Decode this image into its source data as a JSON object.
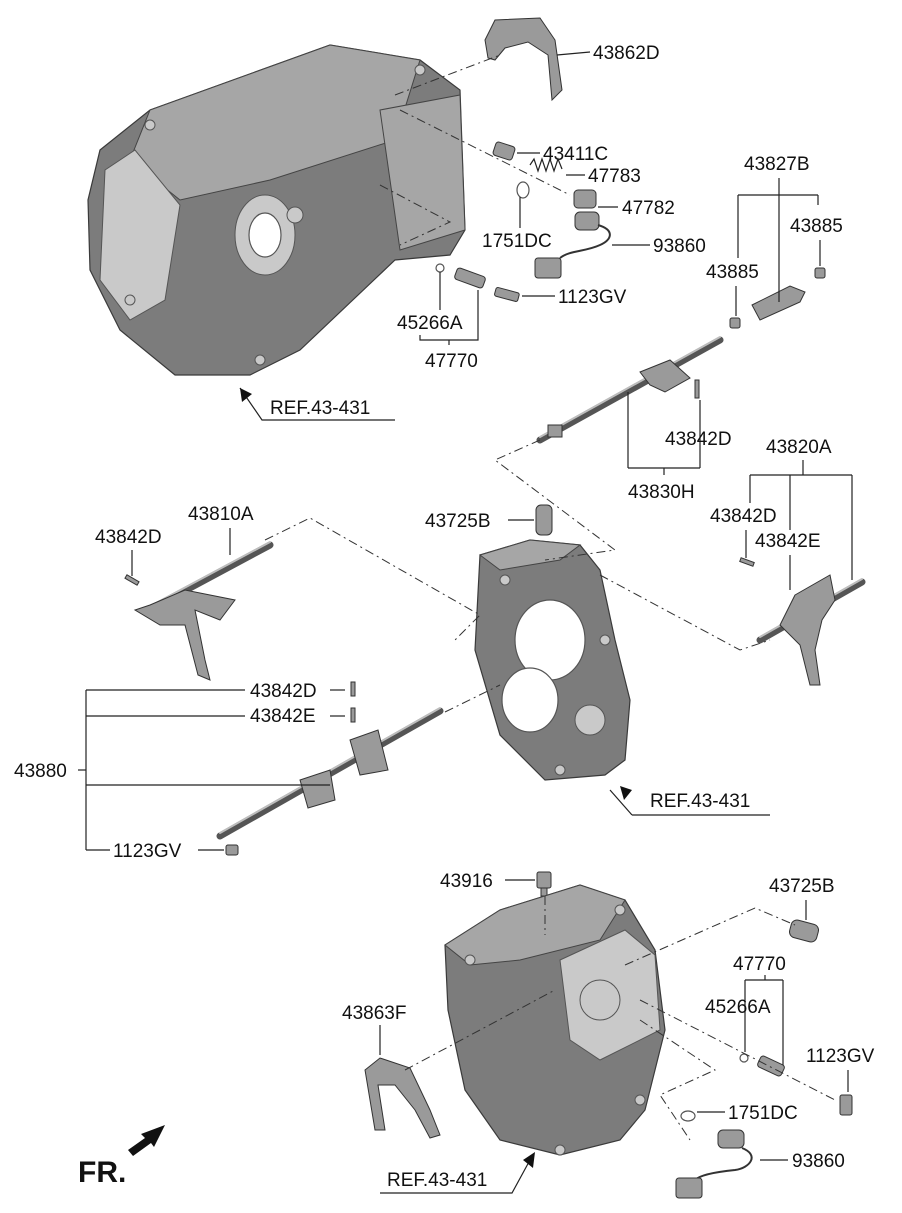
{
  "labels": {
    "l43862D": "43862D",
    "l43411C": "43411C",
    "l47783": "47783",
    "l47782": "47782",
    "l1751DC_top": "1751DC",
    "l93860_top": "93860",
    "l1123GV_top": "1123GV",
    "l45266A_top": "45266A",
    "l47770_top": "47770",
    "ref_top": "REF.43-431",
    "l43827B": "43827B",
    "l43885_a": "43885",
    "l43885_b": "43885",
    "l43842D_mid": "43842D",
    "l43830H": "43830H",
    "l43820A": "43820A",
    "l43842D_right": "43842D",
    "l43842E_right": "43842E",
    "l43725B_mid": "43725B",
    "l43810A": "43810A",
    "l43842D_left": "43842D",
    "l43842D_lower": "43842D",
    "l43842E_lower": "43842E",
    "l43880": "43880",
    "l1123GV_left": "1123GV",
    "ref_mid": "REF.43-431",
    "l43916": "43916",
    "l43725B_bot": "43725B",
    "l47770_bot": "47770",
    "l45266A_bot": "45266A",
    "l43863F": "43863F",
    "l1123GV_bot": "1123GV",
    "l1751DC_bot": "1751DC",
    "l93860_bot": "93860",
    "ref_bot": "REF.43-431",
    "fr": "FR."
  }
}
